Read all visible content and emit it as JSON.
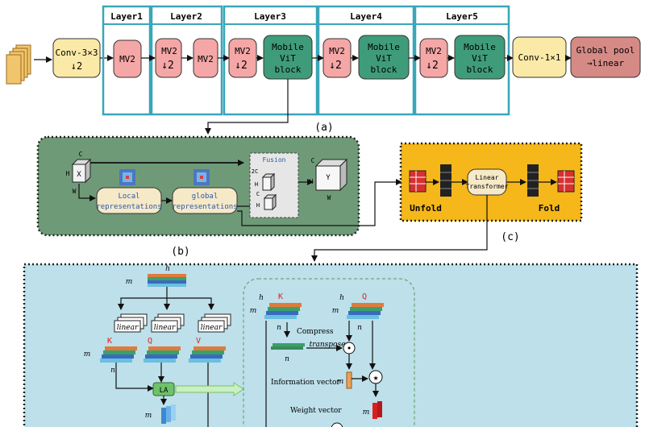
{
  "part_a": {
    "caption": "(a)",
    "layers": [
      "Layer1",
      "Layer2",
      "Layer3",
      "Layer4",
      "Layer5"
    ],
    "conv_first": [
      "Conv-3×3",
      "↓2"
    ],
    "mv2_plain": "MV2",
    "mv2_down": [
      "MV2",
      "↓2"
    ],
    "mobilevit_block": [
      "Mobile",
      "ViT",
      "block"
    ],
    "conv_last": "Conv-1×1",
    "global_pool": [
      "Global pool",
      "→linear"
    ]
  },
  "part_b": {
    "caption": "(b)",
    "input_labels": {
      "c": "C",
      "h": "H",
      "w": "W",
      "x": "X"
    },
    "local_rep": [
      "Local",
      "representations"
    ],
    "global_rep": [
      "global",
      "representations"
    ],
    "fusion": "Fusion",
    "fusion_labels": {
      "two_c": "2C",
      "h1": "H",
      "c": "C",
      "h2": "H"
    },
    "output_labels": {
      "c": "C",
      "h": "H",
      "w": "W",
      "y": "Y"
    }
  },
  "part_c": {
    "caption": "(c)",
    "unfold": "Unfold",
    "fold": "Fold",
    "linear_transformer": [
      "Linear",
      "Transformer"
    ]
  },
  "part_d": {
    "h": "h",
    "m": "m",
    "n": "n",
    "linear": "linear",
    "k": "K",
    "q": "Q",
    "v": "V",
    "la": "LA",
    "compress": "Compress",
    "transpose": "transpose",
    "information_vector": "Information vector",
    "weight_vector": "Weight vector",
    "dot_symbol": "•",
    "star_symbol": "★"
  },
  "colors": {
    "layer_border": "#3aa6b9",
    "conv_fill": "#fbe9a7",
    "mv2_fill": "#f4a7a6",
    "mvit_fill": "#3f9c7a",
    "pool_fill": "#d58a86",
    "panel_b": "#6f9a78",
    "panel_c": "#f5b719",
    "panel_d": "#bde0ea"
  }
}
